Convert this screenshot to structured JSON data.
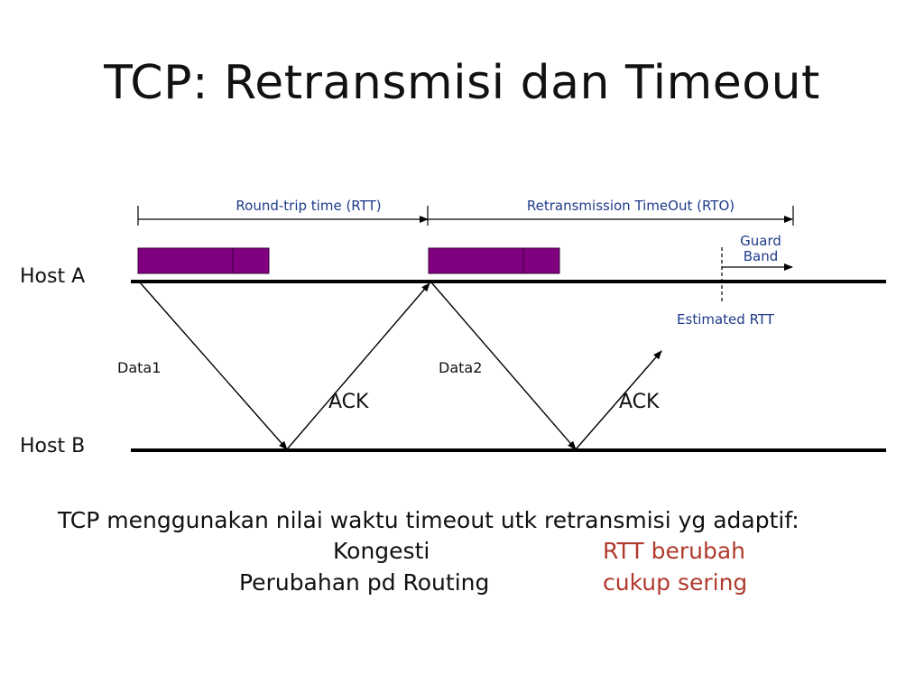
{
  "title": "TCP: Retransmisi dan Timeout",
  "hosts": {
    "a": "Host A",
    "b": "Host B"
  },
  "diagram": {
    "rtt_label": "Round-trip time (RTT)",
    "rto_label": "Retransmission TimeOut (RTO)",
    "guard_band_line1": "Guard",
    "guard_band_line2": "Band",
    "estimated_rtt": "Estimated RTT",
    "data1": "Data1",
    "data2": "Data2",
    "ack1": "ACK",
    "ack2": "ACK"
  },
  "footer": {
    "intro": "TCP menggunakan nilai waktu timeout utk retransmisi yg adaptif:",
    "cause1": "Kongesti",
    "cause2": "Perubahan pd Routing",
    "effect1": "RTT berubah",
    "effect2": "cukup sering"
  },
  "colors": {
    "segment_fill": "#800080",
    "annotation_text": "#1f3a8a",
    "effect_text": "#b03a2e"
  }
}
